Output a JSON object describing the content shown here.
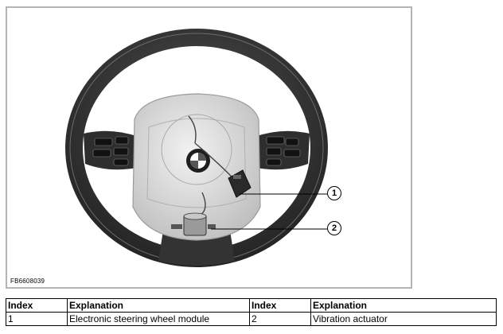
{
  "figure": {
    "code": "FB6608039",
    "callouts": [
      "1",
      "2"
    ]
  },
  "legend_table": {
    "headers": [
      "Index",
      "Explanation",
      "Index",
      "Explanation"
    ],
    "rows": [
      [
        "1",
        "Electronic steering wheel module",
        "2",
        "Vibration actuator"
      ]
    ]
  },
  "colors": {
    "rim": "#3a3a3a",
    "hub": "#dadada",
    "frame": "#b4b4b4"
  }
}
